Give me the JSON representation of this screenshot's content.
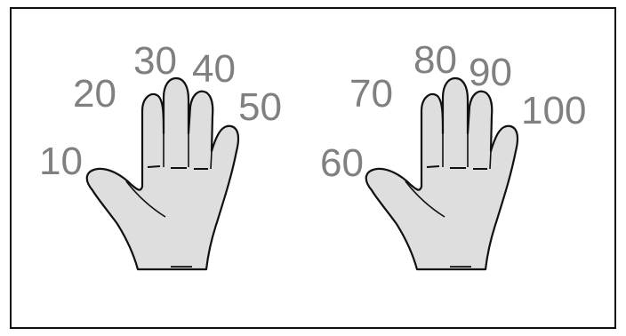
{
  "diagram": {
    "hands": [
      {
        "labels": [
          "10",
          "20",
          "30",
          "40",
          "50"
        ]
      },
      {
        "labels": [
          "60",
          "70",
          "80",
          "90",
          "100"
        ]
      }
    ],
    "colors": {
      "skin": "#dedede",
      "outline": "#111111",
      "numbers": "#808080",
      "border": "#111111"
    }
  }
}
